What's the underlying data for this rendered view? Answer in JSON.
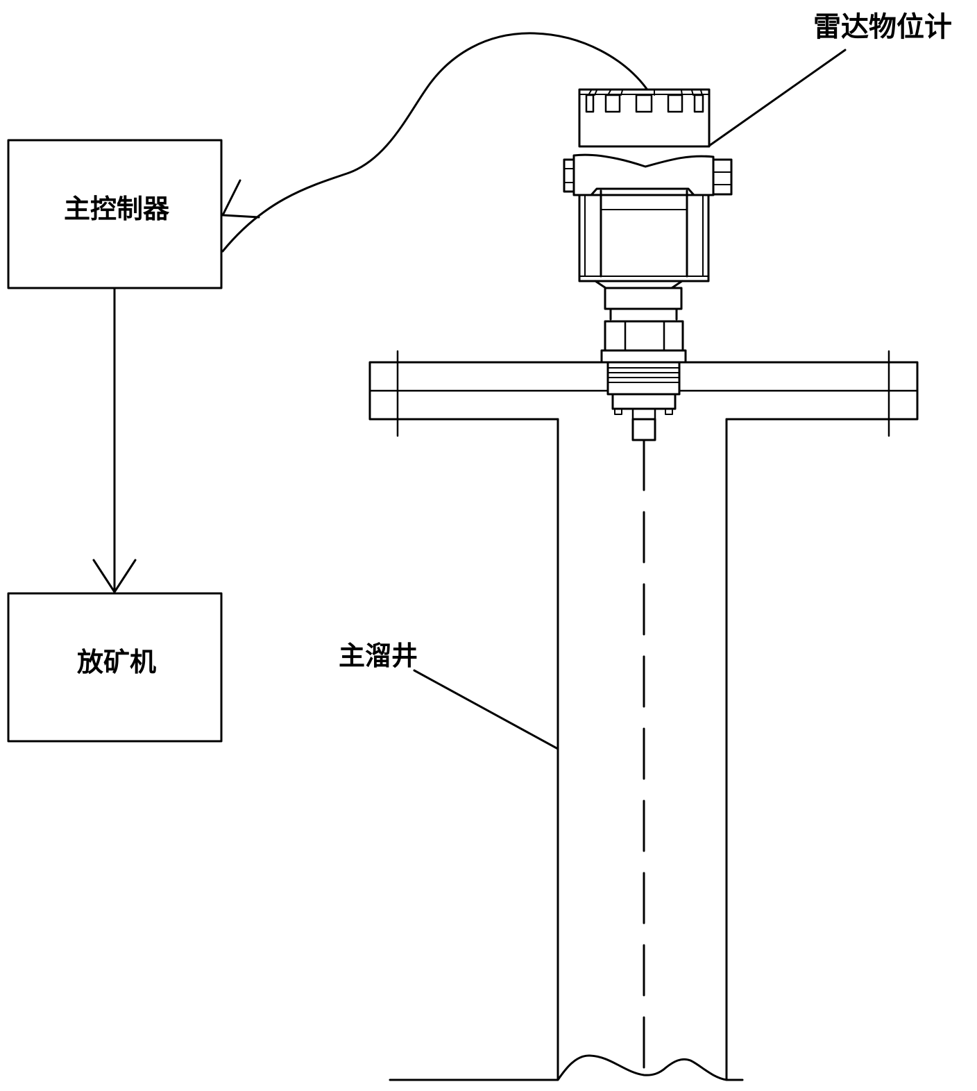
{
  "diagram": {
    "type": "process schematic",
    "colors": {
      "line": "#000000",
      "background": "#ffffff"
    },
    "nodes": [
      {
        "id": "main_controller",
        "label": "主控制器",
        "shape": "box"
      },
      {
        "id": "ore_drawing_machine",
        "label": "放矿机",
        "shape": "box"
      },
      {
        "id": "radar_level_meter",
        "label": "雷达物位计",
        "shape": "instrument drawing"
      },
      {
        "id": "main_ore_pass",
        "label": "主溜井",
        "shape": "shaft drawing"
      }
    ],
    "edges": [
      {
        "from": "radar_level_meter",
        "to": "main_controller",
        "style": "curved arrow"
      },
      {
        "from": "main_controller",
        "to": "ore_drawing_machine",
        "style": "straight arrow"
      }
    ],
    "callouts": [
      {
        "label": "雷达物位计",
        "target": "radar_level_meter"
      },
      {
        "label": "主溜井",
        "target": "main_ore_pass"
      }
    ],
    "annotations": [
      {
        "kind": "dashed centerline",
        "target": "main_ore_pass"
      }
    ]
  }
}
